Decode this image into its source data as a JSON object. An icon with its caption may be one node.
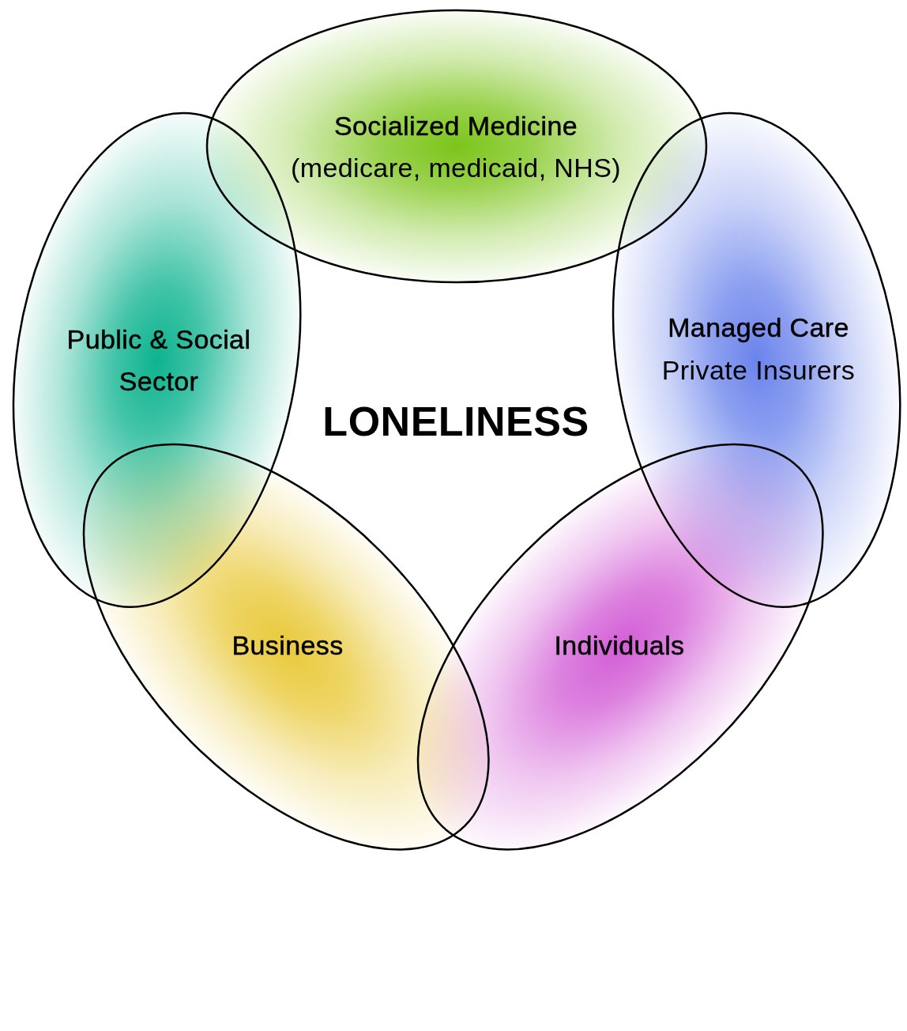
{
  "diagram": {
    "nodes": [
      {
        "text": [
          "Socialized Medicine",
          "(medicare, medicaid, NHS)"
        ]
      },
      {
        "text": [
          "Public & Social Sector"
        ]
      },
      {
        "text": [
          "Managed Care",
          "Private Insurers"
        ]
      },
      {
        "text": [
          "Business"
        ]
      },
      {
        "text": [
          "Individuals"
        ]
      }
    ],
    "labels": [
      "LONELINESS"
    ]
  }
}
